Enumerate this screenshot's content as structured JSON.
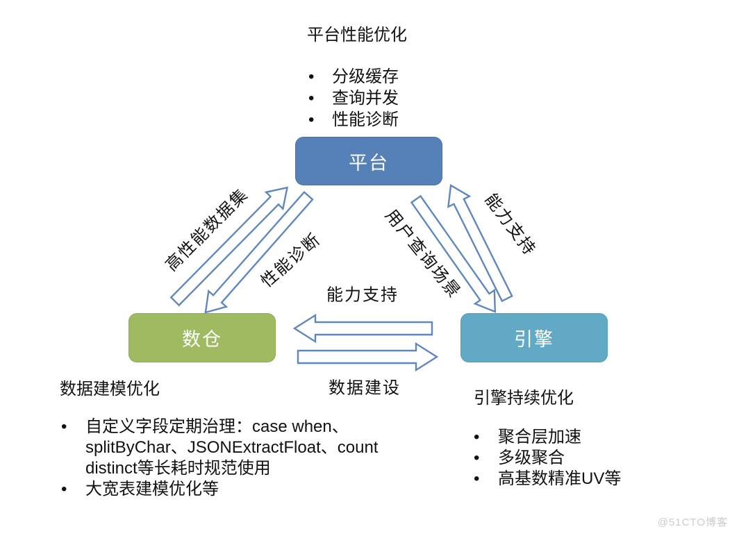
{
  "colors": {
    "background": "#ffffff",
    "platform_box": "#5680b8",
    "platform_border": "#4a72a8",
    "warehouse_box": "#9fba60",
    "warehouse_border": "#8fab50",
    "engine_box": "#61a9c4",
    "engine_border": "#549bb6",
    "arrow_stroke": "#5e87be",
    "arrow_fill": "#ffffff",
    "text": "#111111",
    "watermark": "#cbcbcb"
  },
  "top_section": {
    "title": "平台性能优化",
    "bullets": [
      "分级缓存",
      "查询并发",
      "性能诊断"
    ]
  },
  "nodes": {
    "platform": {
      "label": "平台"
    },
    "warehouse": {
      "label": "数仓"
    },
    "engine": {
      "label": "引擎"
    }
  },
  "edges": {
    "warehouse_to_platform": "高性能数据集",
    "platform_to_warehouse": "性能诊断",
    "platform_to_engine": "用户查询场景",
    "engine_to_platform": "能力支持",
    "engine_to_warehouse": "能力支持",
    "warehouse_to_engine": "数据建设"
  },
  "left_section": {
    "title": "数据建模优化",
    "bullets": [
      "自定义字段定期治理：case when、splitByChar、JSONExtractFloat、count distinct等长耗时规范使用",
      "大宽表建模优化等"
    ]
  },
  "right_section": {
    "title": "引擎持续优化",
    "bullets": [
      "聚合层加速",
      "多级聚合",
      "高基数精准UV等"
    ]
  },
  "watermark": "@51CTO博客"
}
